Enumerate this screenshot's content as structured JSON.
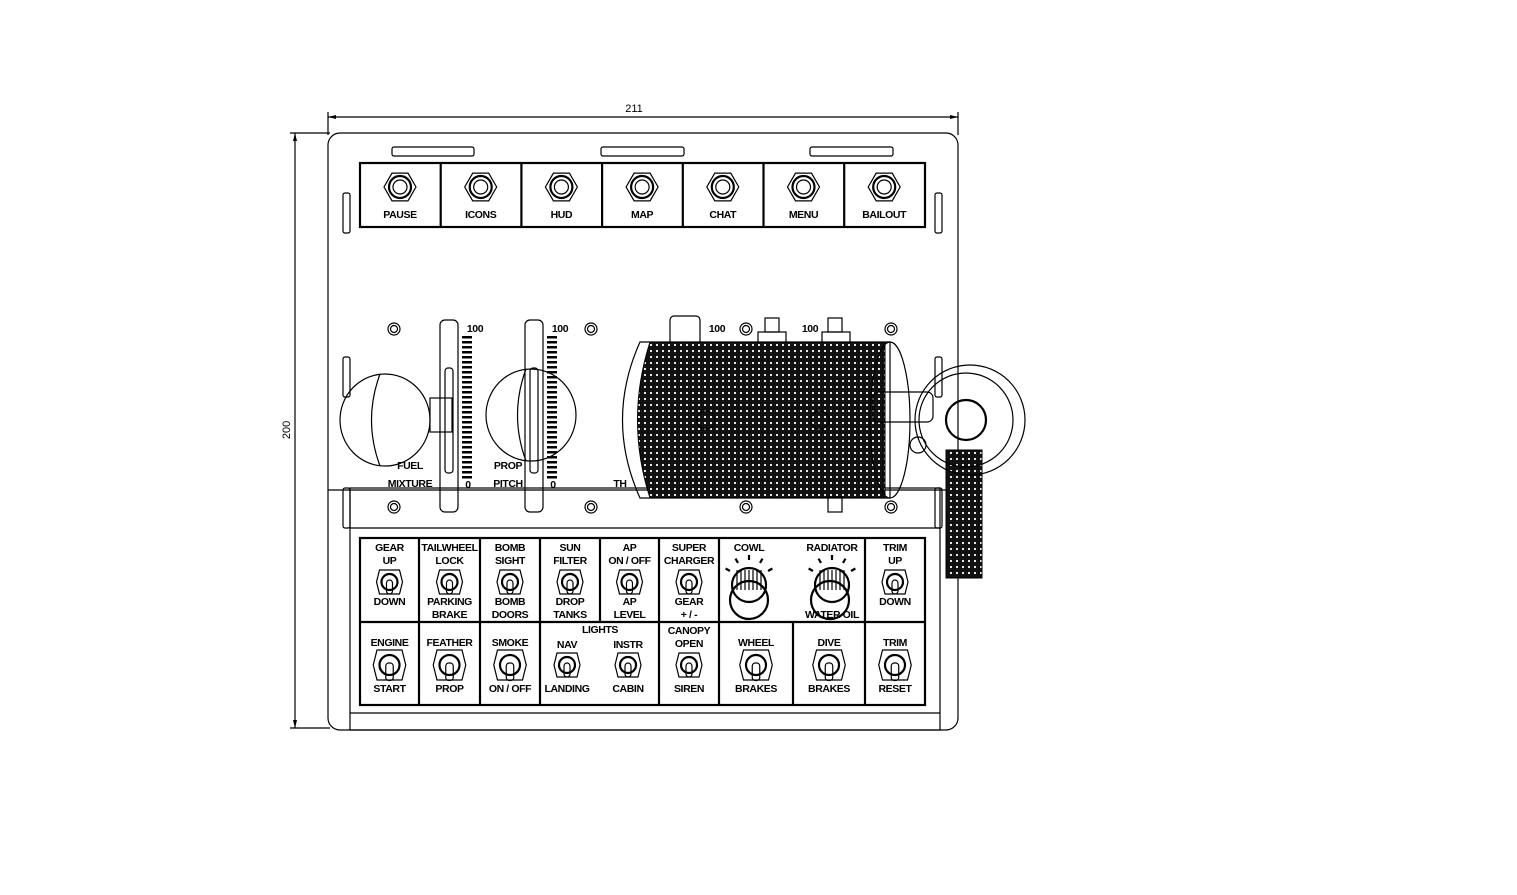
{
  "dimensions": {
    "width": "211",
    "height": "200"
  },
  "top_buttons": [
    "PAUSE",
    "ICONS",
    "HUD",
    "MAP",
    "CHAT",
    "MENU",
    "BAILOUT"
  ],
  "levers": {
    "fuel_mixture": {
      "line1": "FUEL",
      "line2": "MIXTURE",
      "max": "100",
      "min": "0"
    },
    "prop_pitch": {
      "line1": "PROP",
      "line2": "PITCH",
      "max": "100",
      "min": "0"
    },
    "throttle": {
      "label_partial": "TH",
      "scale_left_max": "100",
      "scale_right_max": "100"
    }
  },
  "switch_row_1": [
    {
      "top": [
        "GEAR",
        "UP"
      ],
      "bottom": [
        "DOWN"
      ]
    },
    {
      "top": [
        "TAILWHEEL",
        "LOCK"
      ],
      "bottom": [
        "PARKING",
        "BRAKE"
      ]
    },
    {
      "top": [
        "BOMB",
        "SIGHT"
      ],
      "bottom": [
        "BOMB",
        "DOORS"
      ]
    },
    {
      "top": [
        "SUN",
        "FILTER"
      ],
      "bottom": [
        "DROP",
        "TANKS"
      ]
    },
    {
      "top": [
        "AP",
        "ON / OFF"
      ],
      "bottom": [
        "AP",
        "LEVEL"
      ]
    },
    {
      "top": [
        "SUPER",
        "CHARGER"
      ],
      "bottom": [
        "GEAR",
        "+ / -"
      ]
    }
  ],
  "knobs": {
    "cowl": "COWL",
    "radiator": "RADIATOR",
    "radiator_bottom": "WATER      OIL"
  },
  "trim_up": {
    "top": [
      "TRIM",
      "UP"
    ],
    "bottom": [
      "DOWN"
    ]
  },
  "switch_row_2": [
    {
      "top": [
        "ENGINE"
      ],
      "bottom": [
        "START"
      ]
    },
    {
      "top": [
        "FEATHER"
      ],
      "bottom": [
        "PROP"
      ]
    },
    {
      "top": [
        "SMOKE"
      ],
      "bottom": [
        "ON / OFF"
      ]
    },
    {
      "group": "LIGHTS"
    },
    {
      "top": [
        "NAV"
      ],
      "bottom": [
        "LANDING"
      ]
    },
    {
      "top": [
        "INSTR"
      ],
      "bottom": [
        "CABIN"
      ]
    },
    {
      "top": [
        "CANOPY",
        "OPEN"
      ],
      "bottom": [
        "SIREN"
      ]
    },
    {
      "top": [
        "WHEEL"
      ],
      "bottom": [
        "BRAKES"
      ]
    },
    {
      "top": [
        "DIVE"
      ],
      "bottom": [
        "BRAKES"
      ]
    },
    {
      "top": [
        "TRIM"
      ],
      "bottom": [
        "RESET"
      ]
    }
  ]
}
